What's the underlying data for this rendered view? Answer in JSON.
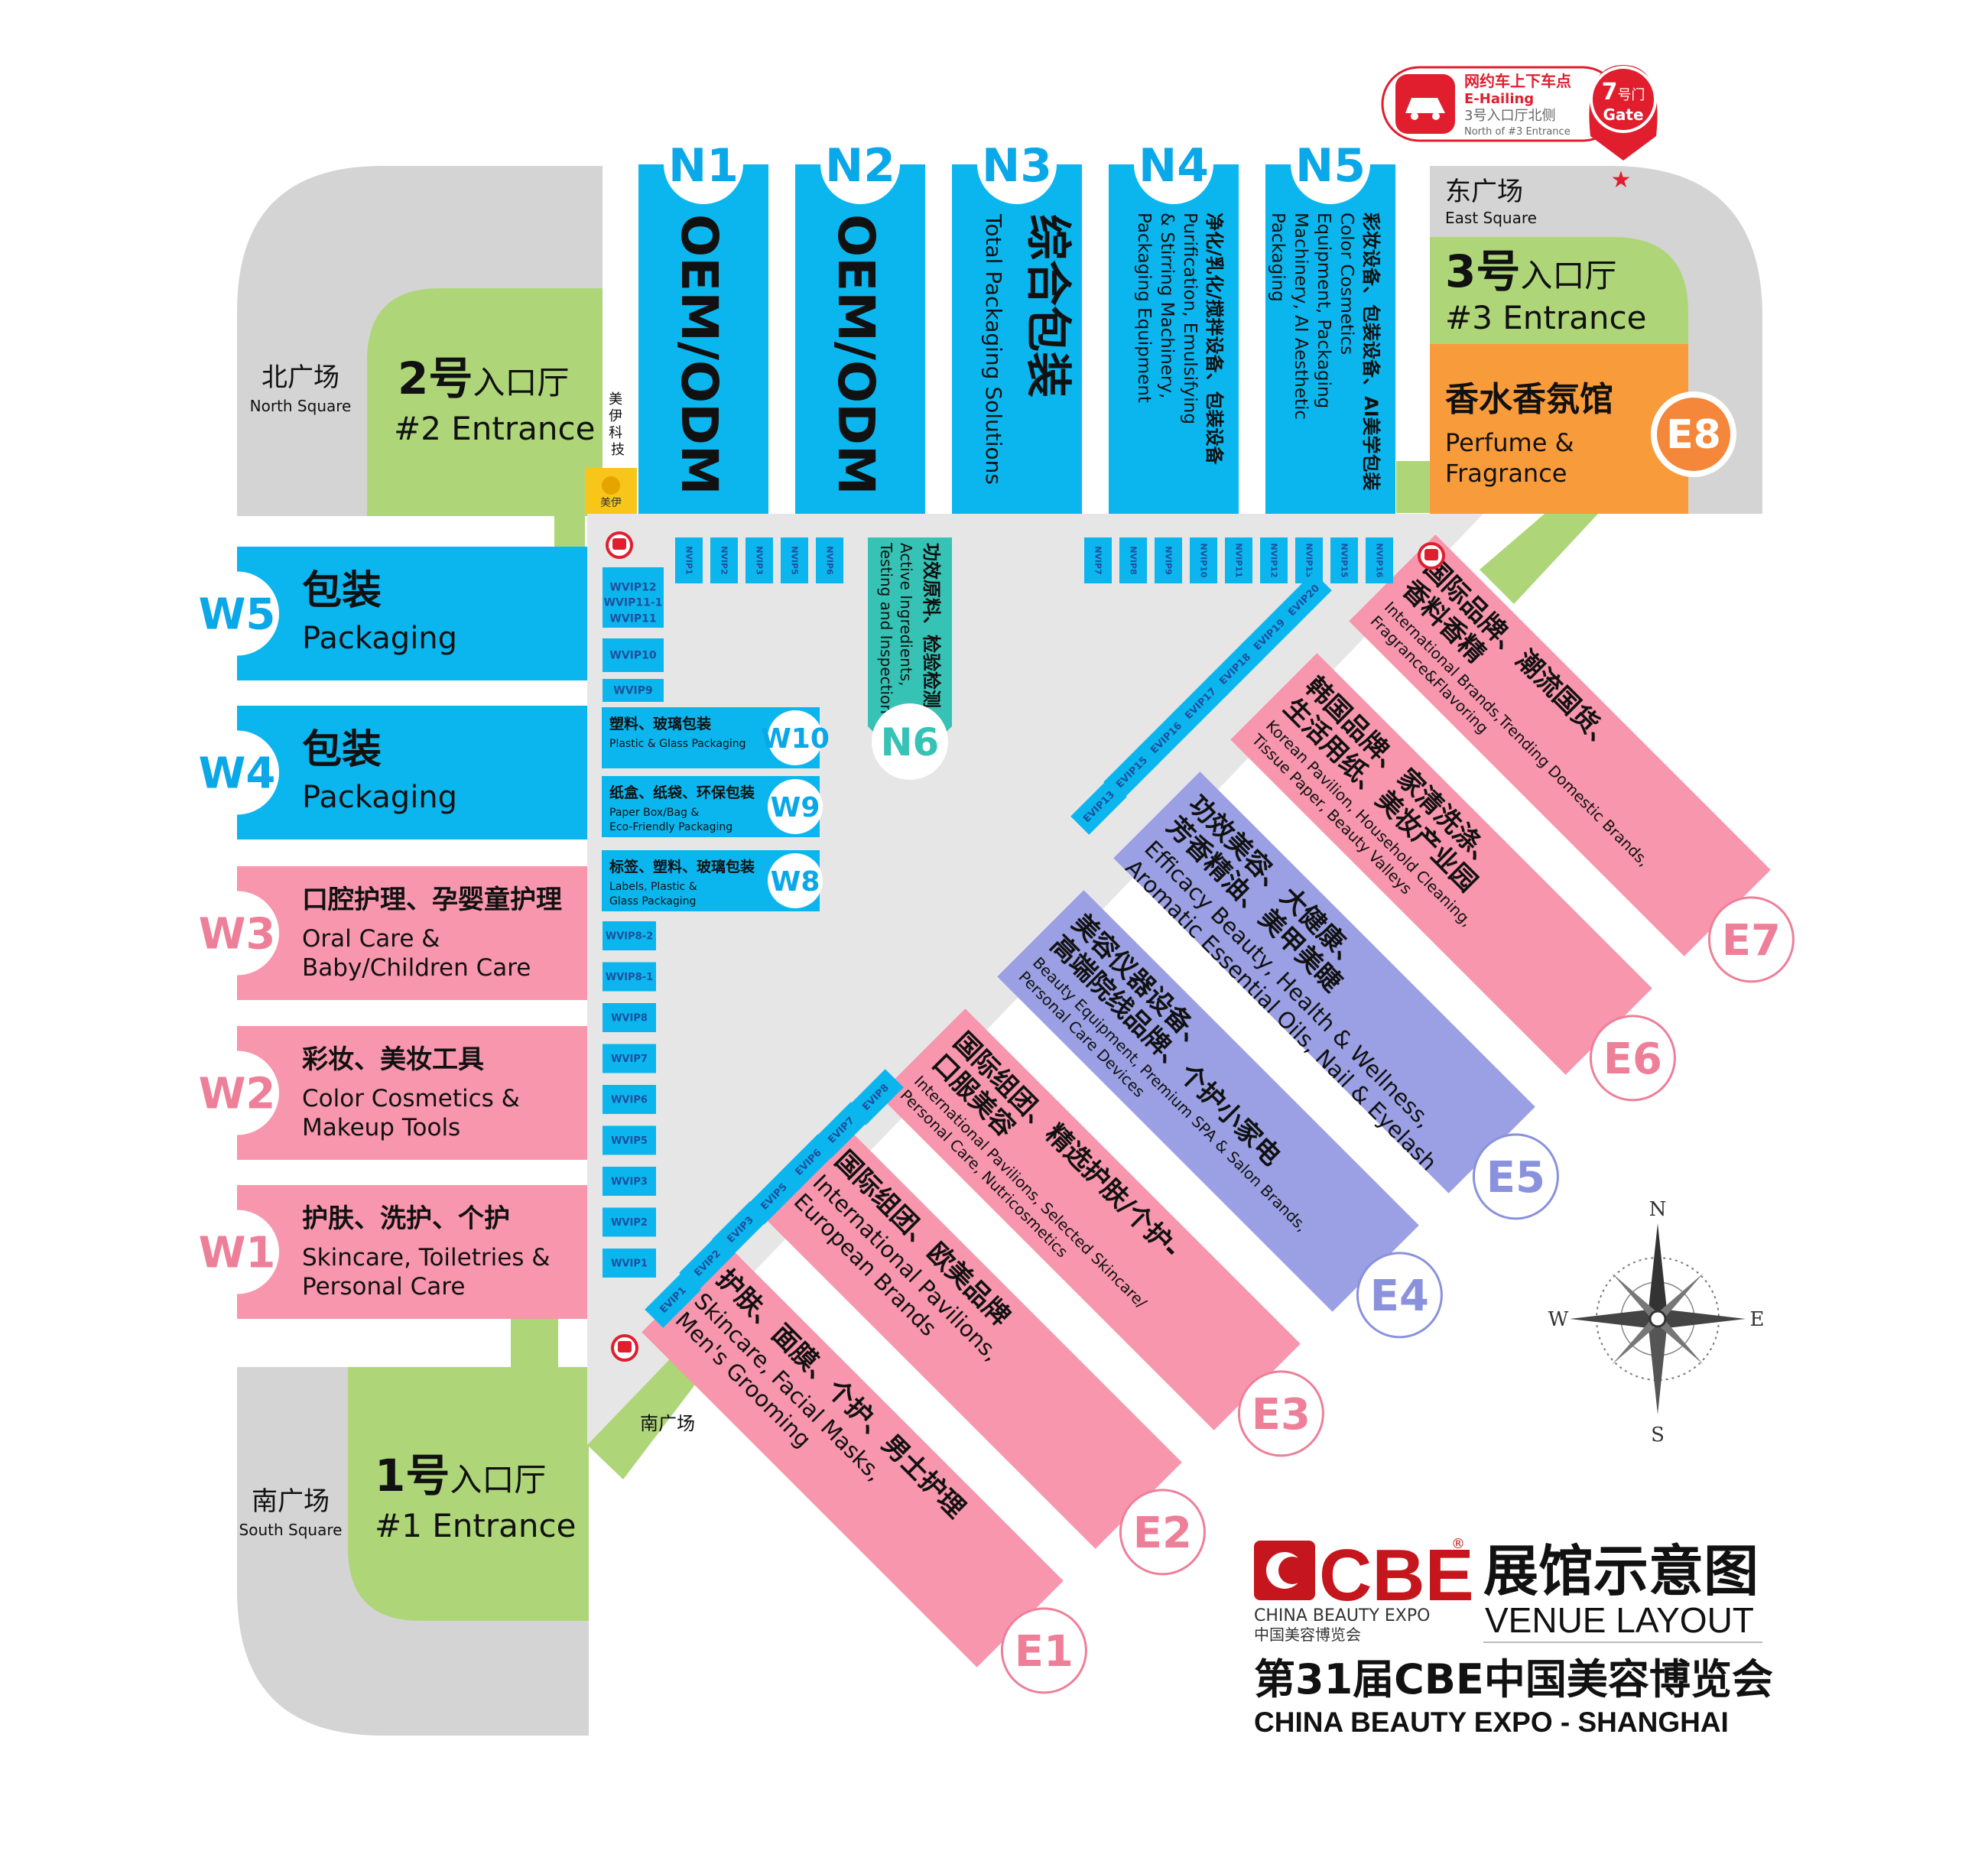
{
  "colors": {
    "blue": "#0bb6ef",
    "pink": "#f796ad",
    "purple": "#9aa0e3",
    "orange": "#f89b3b",
    "green": "#aed679",
    "gray": "#d4d4d4",
    "floor": "#e6e6e6",
    "red": "#e01e2e",
    "teal": "#36c2b4",
    "badge_blue": "#0aa8e8",
    "badge_pink": "#ee7f98",
    "badge_purple": "#8a91dd",
    "badge_orange": "#f4873a",
    "dark_blue": "#1e4f9c"
  },
  "squares": {
    "north_cn": "北广场",
    "north_en": "North Square",
    "south_cn": "南广场",
    "south_en": "South Square",
    "east_cn": "东广场",
    "east_en": "East Square",
    "south_inner": "南广场"
  },
  "entrances": {
    "e1_num": "1号",
    "e1_cn": "入口厅",
    "e1_en": "#1 Entrance",
    "e2_num": "2号",
    "e2_cn": "入口厅",
    "e2_en": "#2 Entrance",
    "e3_num": "3号",
    "e3_cn": "入口厅",
    "e3_en": "#3 Entrance"
  },
  "gate": {
    "cn": "网约车上下车点",
    "en": "E-Hailing",
    "loc_cn": "3号入口厅北侧",
    "loc_en": "North of #3 Entrance",
    "num": "7",
    "num_cn": "号门",
    "gate_en": "Gate",
    "star": "★"
  },
  "meiyi": {
    "text": "美伊科技",
    "sub": "美伊"
  },
  "n_halls": [
    {
      "id": "N1",
      "cn": "OEM/ODM",
      "en": ""
    },
    {
      "id": "N2",
      "cn": "OEM/ODM",
      "en": ""
    },
    {
      "id": "N3",
      "cn": "综合包装",
      "en": "Total Packaging Solutions"
    },
    {
      "id": "N4",
      "cn": "净化/乳化/搅拌设备、包装设备",
      "en": "Purification, Emulsifying & Stirring Machinery, Packaging Equipment"
    },
    {
      "id": "N5",
      "cn": "彩妆设备、包装设备、AI美学包装",
      "en": "Color Cosmetics Equipment, Packaging Machinery, AI Aesthetic Packaging"
    }
  ],
  "n6": {
    "id": "N6",
    "cn": "功效原料、检验检测",
    "en": "Active Ingredients, Testing and Inspection"
  },
  "e8": {
    "id": "E8",
    "cn": "香水香氛馆",
    "en1": "Perfume &",
    "en2": "Fragrance"
  },
  "w_halls": [
    {
      "id": "W5",
      "cn": "包装",
      "en1": "Packaging",
      "en2": ""
    },
    {
      "id": "W4",
      "cn": "包装",
      "en1": "Packaging",
      "en2": ""
    },
    {
      "id": "W3",
      "cn": "口腔护理、孕婴童护理",
      "en1": "Oral Care &",
      "en2": "Baby/Children Care"
    },
    {
      "id": "W2",
      "cn": "彩妆、美妆工具",
      "en1": "Color Cosmetics &",
      "en2": "Makeup Tools"
    },
    {
      "id": "W1",
      "cn": "护肤、洗护、个护",
      "en1": "Skincare, Toiletries &",
      "en2": "Personal Care"
    }
  ],
  "w_small": [
    {
      "id": "W10",
      "cn": "塑料、玻璃包装",
      "en1": "Plastic & Glass Packaging",
      "en2": ""
    },
    {
      "id": "W9",
      "cn": "纸盒、纸袋、环保包装",
      "en1": "Paper Box/Bag &",
      "en2": "Eco-Friendly Packaging"
    },
    {
      "id": "W8",
      "cn": "标签、塑料、玻璃包装",
      "en1": "Labels, Plastic &",
      "en2": "Glass Packaging"
    }
  ],
  "e_halls": [
    {
      "id": "E1",
      "cn1": "护肤、面膜、个护、男士护理",
      "cn2": "",
      "en1": "Skincare, Facial Masks,",
      "en2": "Men's Grooming",
      "color": "pink"
    },
    {
      "id": "E2",
      "cn1": "国际组团、欧美品牌",
      "cn2": "",
      "en1": "International Pavilions,",
      "en2": "European Brands",
      "color": "pink"
    },
    {
      "id": "E3",
      "cn1": "国际组团、精选护肤/个护-",
      "cn2": "口服美容",
      "en1": "International Pavilions, Selected Skincare/",
      "en2": "Personal Care, Nutricosmetics",
      "color": "pink"
    },
    {
      "id": "E4",
      "cn1": "美容仪器设备、",
      "cn2": "高端院线品牌、个护小家电",
      "en1": "Beauty Equipment, Premium SPA & Salon Brands,",
      "en2": "Personal Care Devices",
      "color": "purple"
    },
    {
      "id": "E5",
      "cn1": "功效美容、大健康、",
      "cn2": "芳香精油、美甲美睫",
      "en1": "Efficacy Beauty, Health & Wellness,",
      "en2": "Aromatic Essential Oils, Nail & Eyelash",
      "color": "purple"
    },
    {
      "id": "E6",
      "cn1": "韩国品牌、家清洗涤、",
      "cn2": "生活用纸、美妆产业园",
      "en1": "Korean Pavilion, Household Cleaning,",
      "en2": "Tissue Paper, Beauty Valleys",
      "color": "pink"
    },
    {
      "id": "E7",
      "cn1": "国际品牌、潮流国货、",
      "cn2": "香料香精",
      "en1": "International Brands,Trending Domestic Brands,",
      "en2": "Fragrance&Flavoring",
      "color": "pink"
    }
  ],
  "nvip_left": [
    "NVIP1",
    "NVIP2",
    "NVIP3",
    "NVIP5",
    "NVIP6"
  ],
  "nvip_right": [
    "NVIP7",
    "NVIP8",
    "NVIP9",
    "NVIP10",
    "NVIP11",
    "NVIP12",
    "NVIP13",
    "NVIP15",
    "NVIP16"
  ],
  "wvip_top": [
    "WVIP12",
    "WVIP11-1",
    "WVIP11",
    "WVIP10",
    "WVIP9"
  ],
  "wvip_bottom": [
    "WVIP8-2",
    "WVIP8-1",
    "WVIP8",
    "WVIP7",
    "WVIP6",
    "WVIP5",
    "WVIP3",
    "WVIP2",
    "WVIP1"
  ],
  "evip_lower": [
    "EVIP1",
    "EVIP2",
    "EVIP3",
    "EVIP5",
    "EVIP6",
    "EVIP7",
    "EVIP8"
  ],
  "evip_upper": [
    "EVIP13",
    "EVIP15",
    "EVIP16",
    "EVIP17",
    "EVIP18",
    "EVIP19",
    "EVIP20"
  ],
  "compass": {
    "n": "N",
    "s": "S",
    "e": "E",
    "w": "W"
  },
  "branding": {
    "logo": "CBE",
    "logo_reg": "®",
    "logo_en": "CHINA BEAUTY EXPO",
    "logo_cn": "中国美容博览会",
    "title_cn": "展馆示意图",
    "title_en": "VENUE LAYOUT",
    "edition_cn": "第31届CBE中国美容博览会",
    "edition_en": "CHINA BEAUTY EXPO - SHANGHAI"
  }
}
